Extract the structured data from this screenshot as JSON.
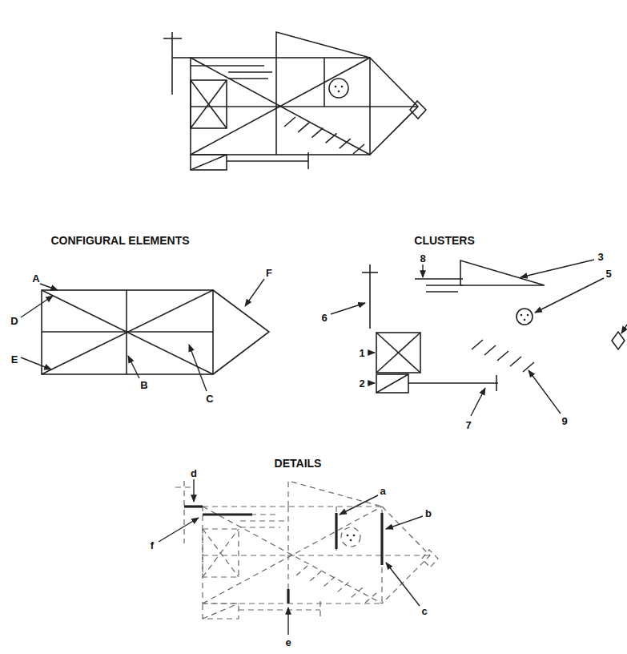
{
  "diagram": {
    "labels": [
      "CONFIGURAL ELEMENTS",
      "A",
      "D",
      "E",
      "B",
      "C",
      "F",
      "CLUSTERS",
      "6",
      "8",
      "3",
      "5",
      "1",
      "2",
      "7",
      "9",
      "DETAILS",
      "d",
      "a",
      "b",
      "f",
      "c",
      "e"
    ]
  }
}
